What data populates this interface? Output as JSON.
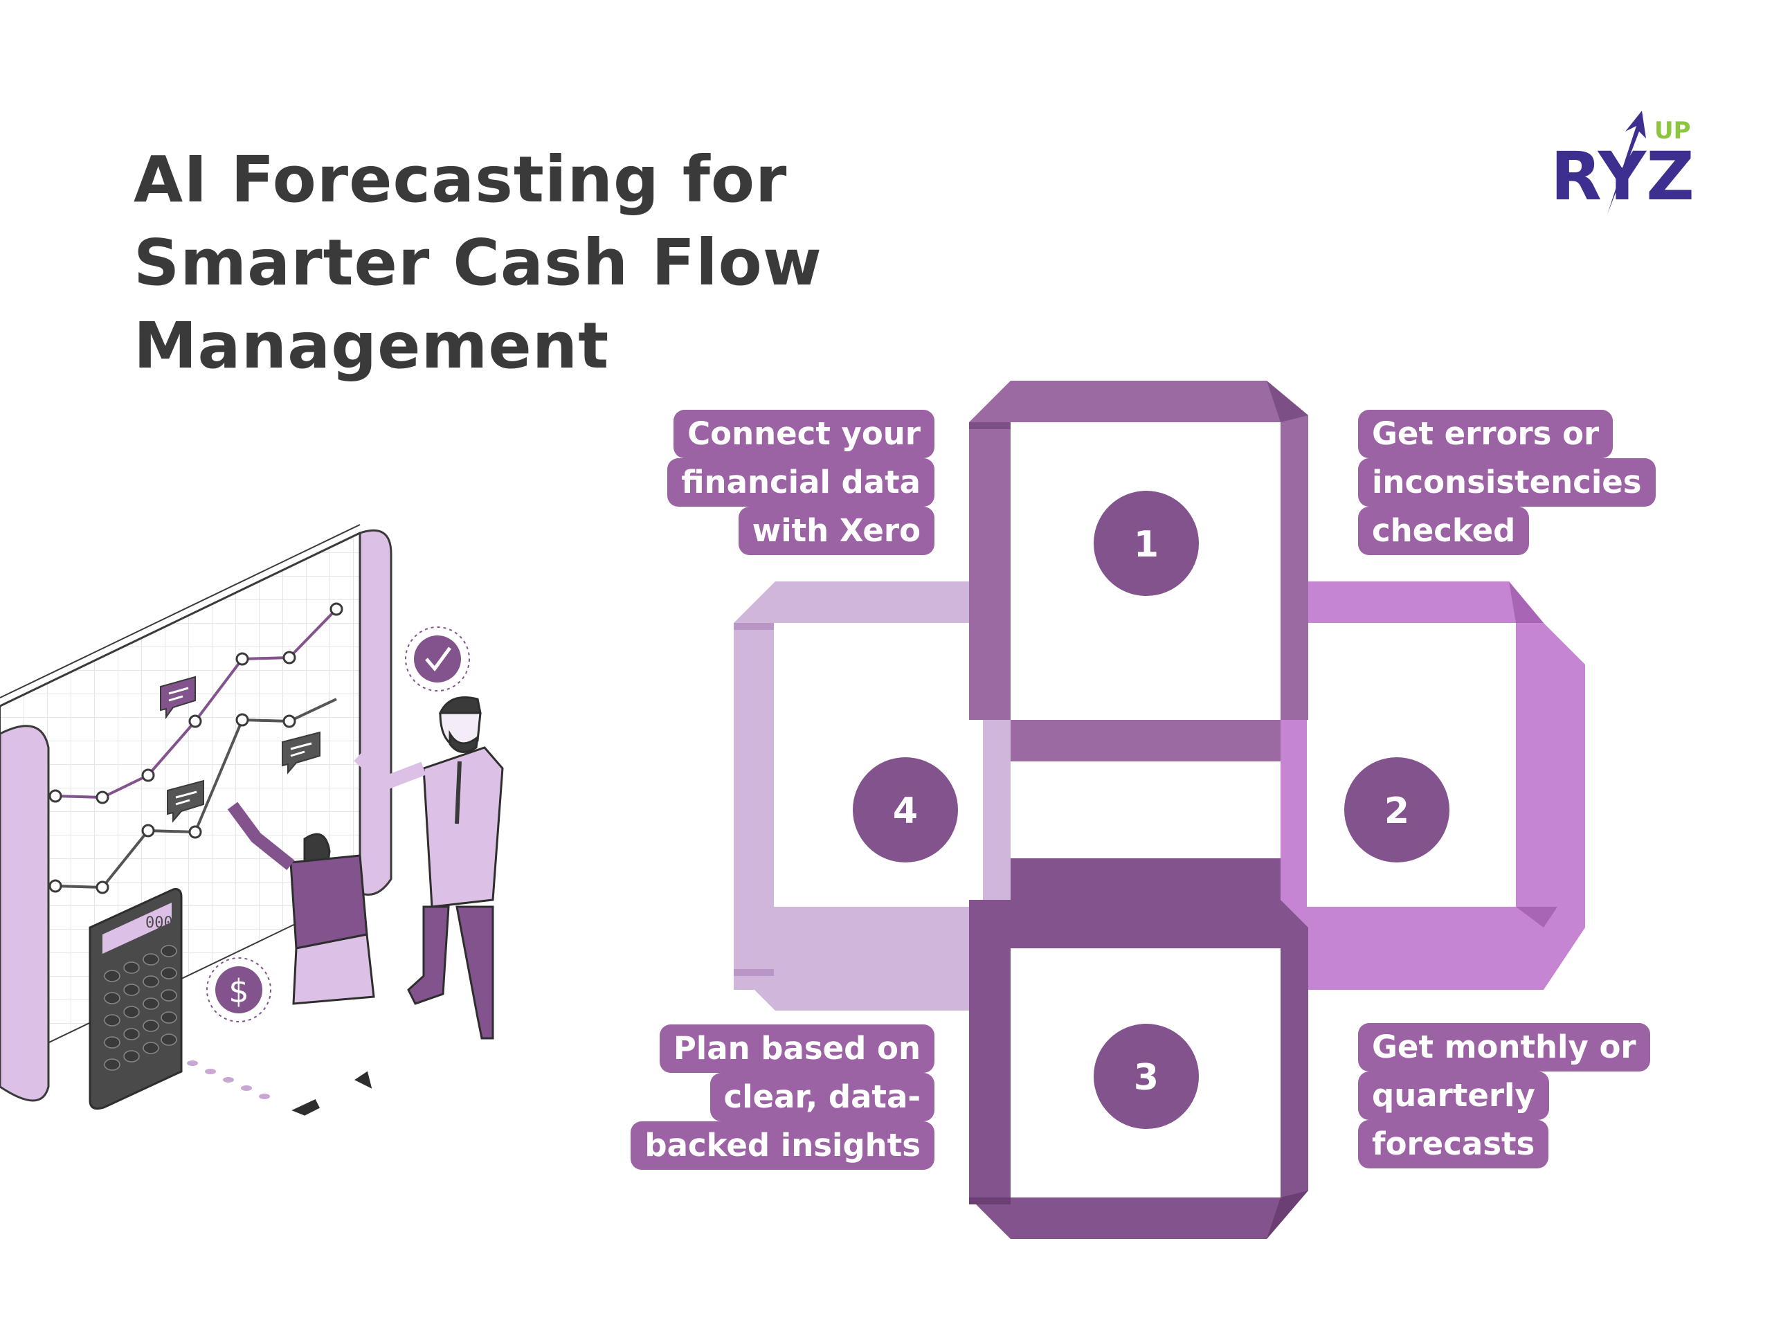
{
  "title": {
    "line1": "AI Forecasting for",
    "line2": "Smarter Cash Flow",
    "line3": "Management"
  },
  "logo": {
    "main": "RYZ",
    "sup": "UP",
    "colors": {
      "main": "#3d2f8f",
      "sup": "#8cc63f"
    }
  },
  "steps": [
    {
      "number": "1",
      "lines": [
        "Connect your",
        "financial data",
        "with Xero"
      ]
    },
    {
      "number": "2",
      "lines": [
        "Get errors or",
        "inconsistencies",
        "checked"
      ]
    },
    {
      "number": "3",
      "lines": [
        "Get monthly or",
        "quarterly",
        "forecasts"
      ]
    },
    {
      "number": "4",
      "lines": [
        "Plan based on",
        "clear, data-",
        "backed insights"
      ]
    }
  ],
  "illustration": {
    "calculator_display": "000",
    "dollar_symbol": "$"
  },
  "colors": {
    "dark_purple": "#83538d",
    "mid_purple": "#9b6aa3",
    "light_purple": "#c685d3",
    "pale_purple": "#d0b6db",
    "label_bg": "#9b63a3",
    "title": "#3a3a3a"
  }
}
